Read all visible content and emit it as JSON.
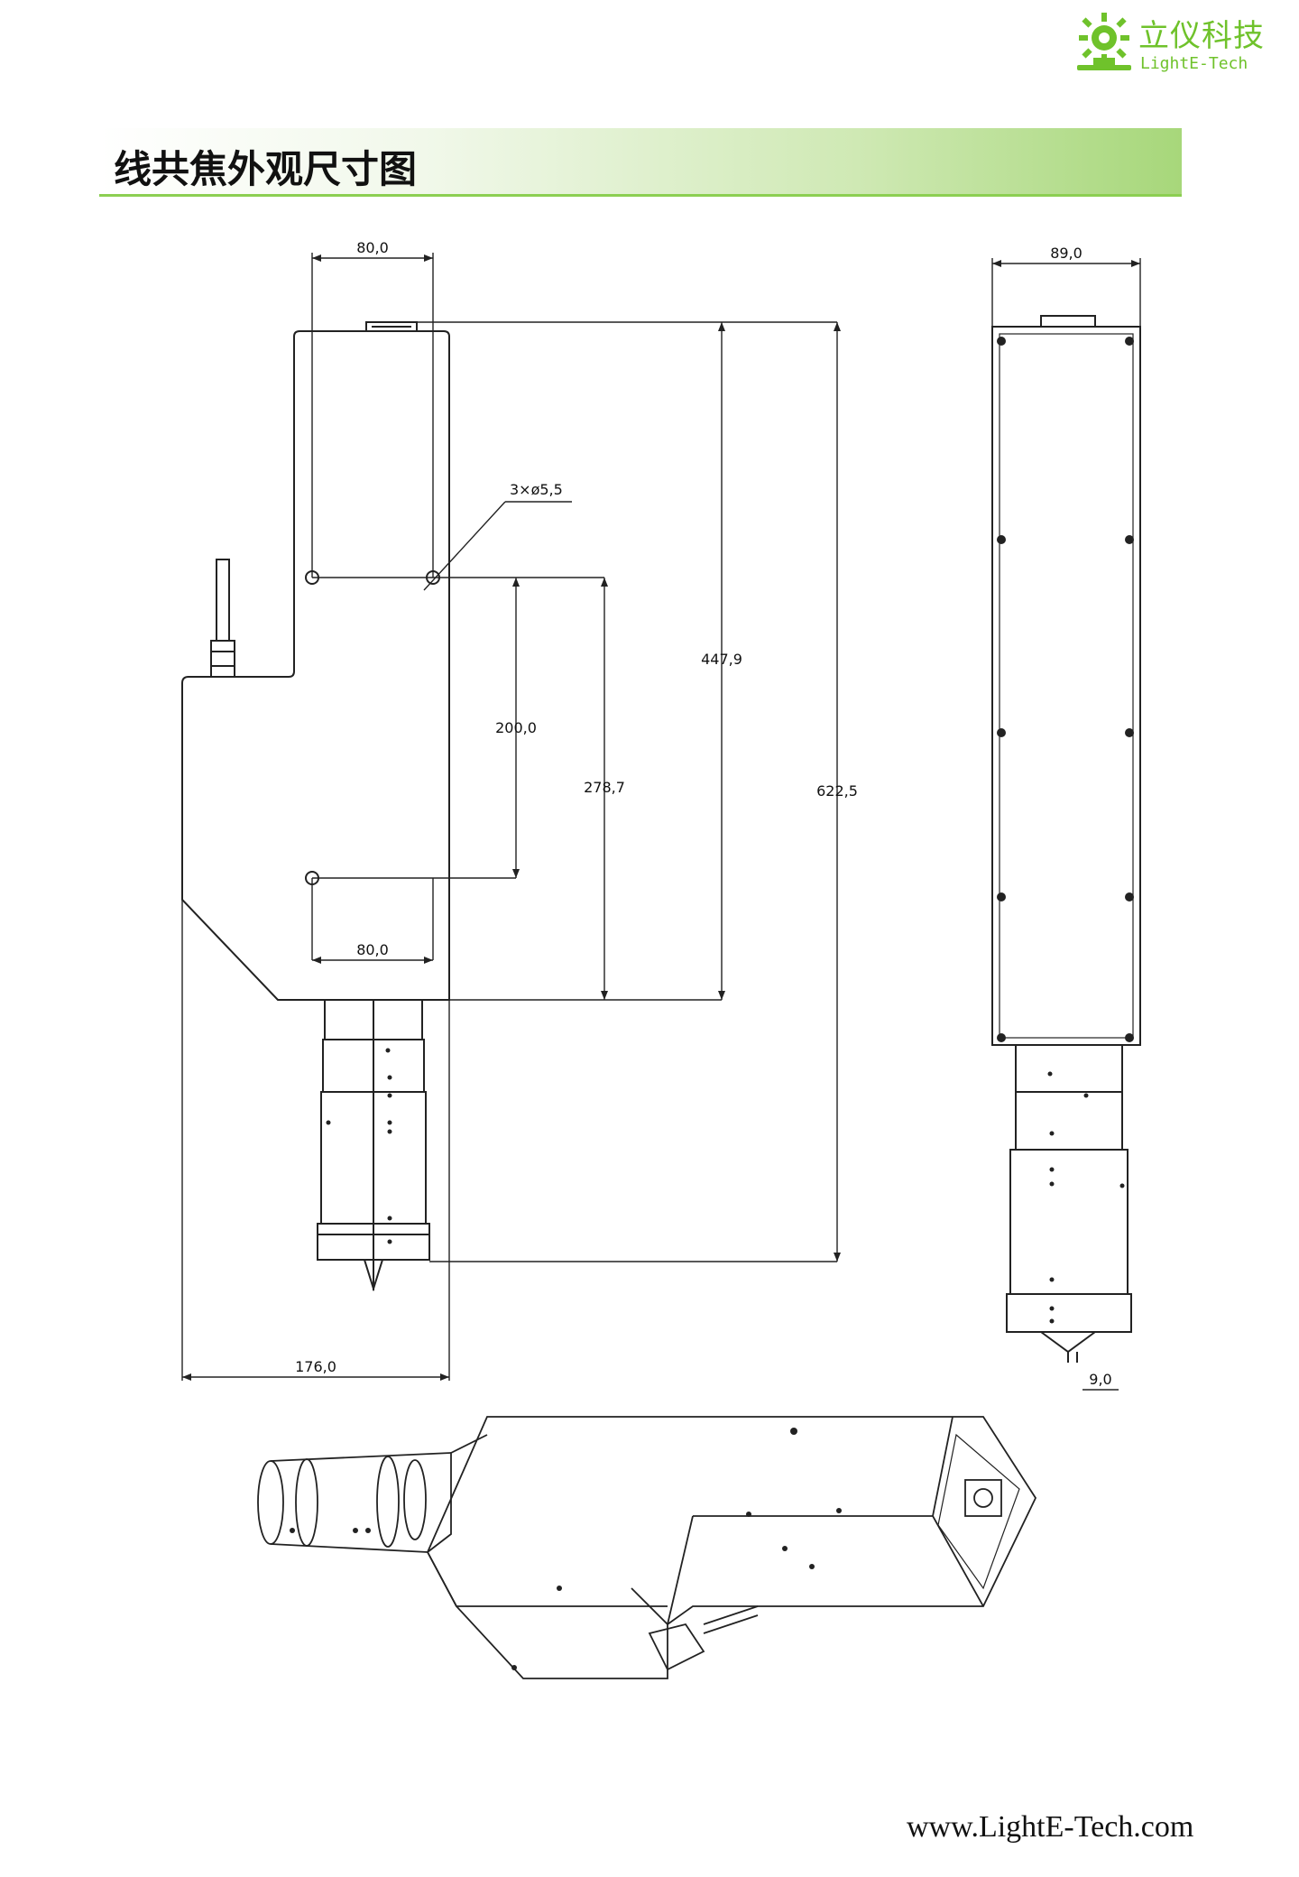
{
  "header": {
    "brand_cn": "立仪科技",
    "brand_en": "LightE-Tech",
    "brand_color": "#6fc22b",
    "logo_icon": "sun-gear-logo-icon"
  },
  "section": {
    "title": "线共焦外观尺寸图",
    "bar_color": "#a7d77a"
  },
  "dimensions": {
    "front_top_width": "80,0",
    "front_hole_spacing_bottom": "80,0",
    "hole_callout": "3×ø5,5",
    "hole_vertical": "200,0",
    "hole_to_bottom": "278,7",
    "body_height": "447,9",
    "overall_height": "622,5",
    "overall_width": "176,0",
    "side_width": "89,0",
    "tip_offset": "9,0"
  },
  "footer": {
    "url": "www.LightE-Tech.com"
  }
}
